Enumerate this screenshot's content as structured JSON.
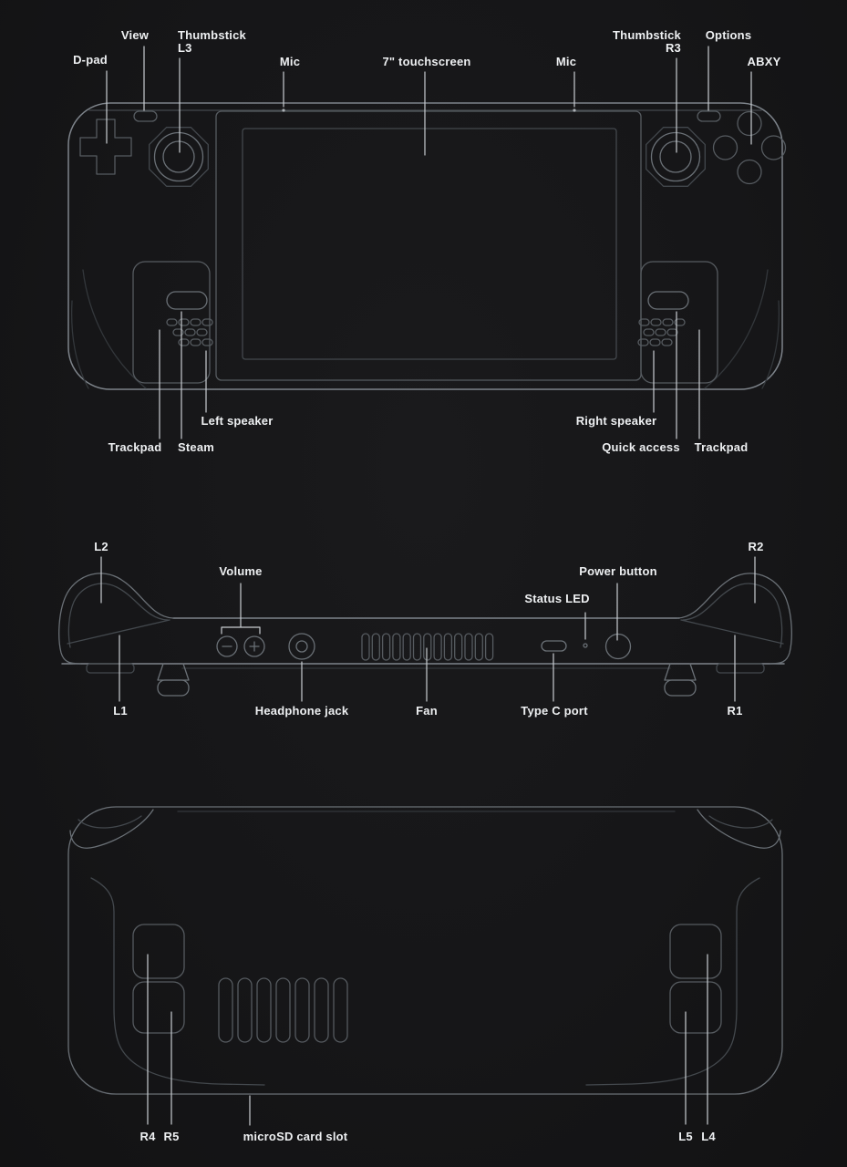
{
  "meta": {
    "background_color": "#161618",
    "outline_color": "#565b60",
    "bright_outline_color": "#7e848b",
    "leader_line_color": "#c9cdd1",
    "label_color": "#eef0f2"
  },
  "front_view": {
    "labels": {
      "dpad": "D-pad",
      "view": "View",
      "thumbstick_l3": {
        "line1": "Thumbstick",
        "line2": "L3"
      },
      "mic_left": "Mic",
      "touchscreen": "7\" touchscreen",
      "mic_right": "Mic",
      "thumbstick_r3": {
        "line1": "Thumbstick",
        "line2": "R3"
      },
      "options": "Options",
      "abxy": "ABXY",
      "left_speaker": "Left speaker",
      "trackpad_left": "Trackpad",
      "steam": "Steam",
      "right_speaker": "Right speaker",
      "quick_access": "Quick access",
      "trackpad_right": "Trackpad"
    }
  },
  "top_view": {
    "labels": {
      "l2": "L2",
      "volume": "Volume",
      "status_led": "Status LED",
      "power_button": "Power button",
      "r2": "R2",
      "l1": "L1",
      "headphone_jack": "Headphone jack",
      "fan": "Fan",
      "type_c_port": "Type C port",
      "r1": "R1"
    }
  },
  "back_view": {
    "labels": {
      "r4": "R4",
      "r5": "R5",
      "microsd_card_slot": "microSD card slot",
      "l5": "L5",
      "l4": "L4"
    }
  }
}
